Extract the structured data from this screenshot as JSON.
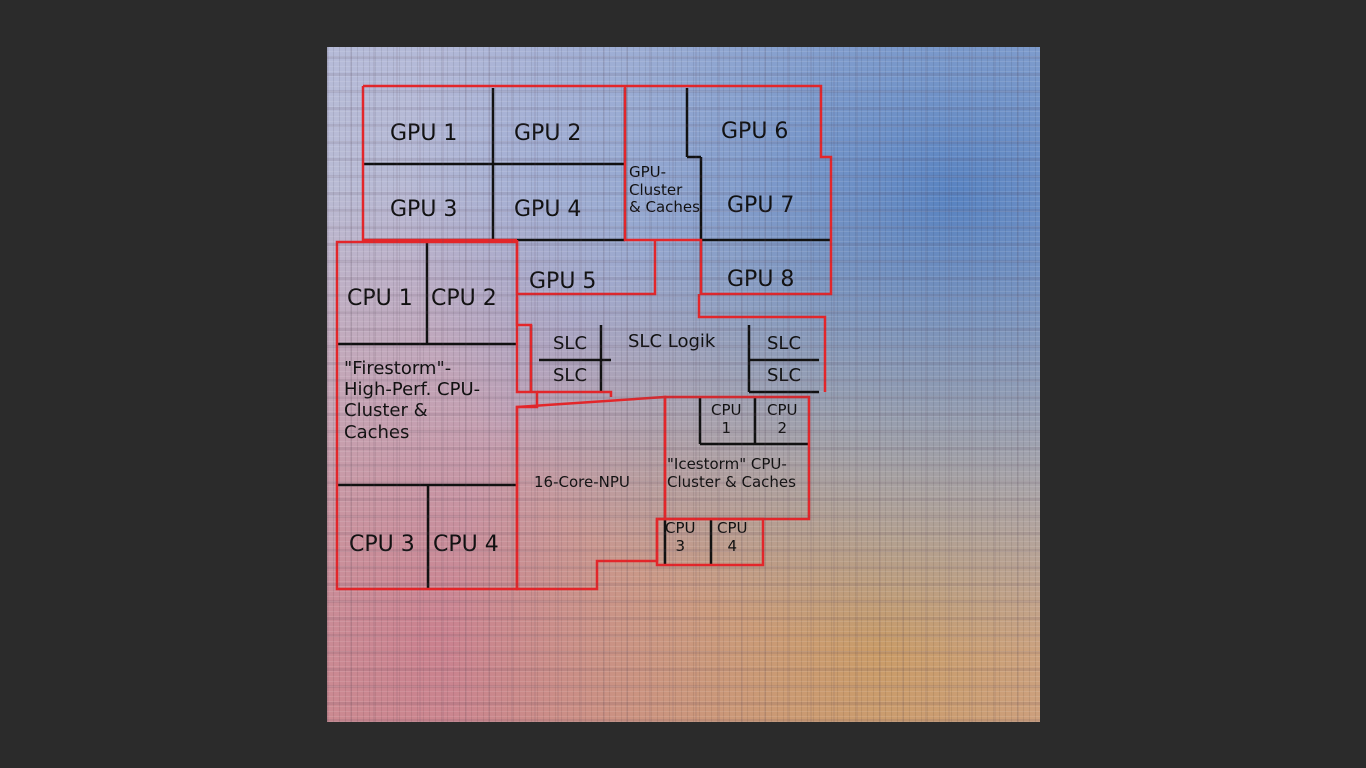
{
  "labels": {
    "gpu1": "GPU 1",
    "gpu2": "GPU 2",
    "gpu3": "GPU 3",
    "gpu4": "GPU 4",
    "gpu5": "GPU 5",
    "gpu6": "GPU 6",
    "gpu7": "GPU 7",
    "gpu8": "GPU 8",
    "gpu_cluster": "GPU-\nCluster\n& Caches",
    "cpu1": "CPU 1",
    "cpu2": "CPU 2",
    "cpu3": "CPU 3",
    "cpu4": "CPU 4",
    "firestorm": "\"Firestorm\"-\nHigh-Perf. CPU-\nCluster &\nCaches",
    "slc": "SLC",
    "slc_logik": "SLC Logik",
    "npu": "16-Core-NPU",
    "icestorm": "\"Icestorm\" CPU-\nCluster & Caches",
    "ice_cpu1": "CPU\n1",
    "ice_cpu2": "CPU\n2",
    "ice_cpu3": "CPU\n3",
    "ice_cpu4": "CPU\n4"
  },
  "colors": {
    "background": "#2b2b2b",
    "outline_red": "#e3262a",
    "divider_black": "#111111"
  }
}
